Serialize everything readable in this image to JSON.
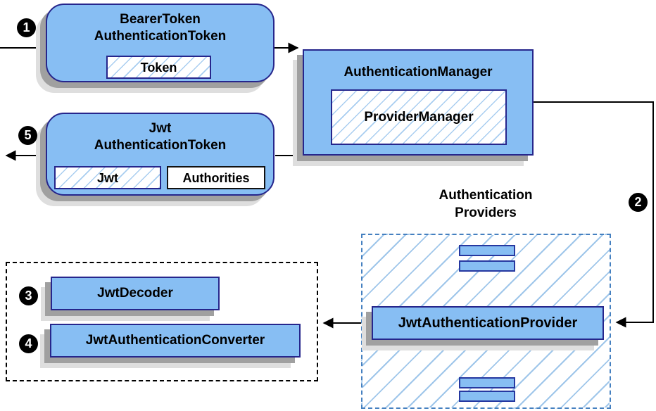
{
  "steps": {
    "s1": "1",
    "s2": "2",
    "s3": "3",
    "s4": "4",
    "s5": "5"
  },
  "bearer": {
    "title1": "BearerToken",
    "title2": "AuthenticationToken",
    "token_label": "Token"
  },
  "manager": {
    "title": "AuthenticationManager",
    "inner_label": "ProviderManager"
  },
  "jwt": {
    "title1": "Jwt",
    "title2": "AuthenticationToken",
    "jwt_label": "Jwt",
    "authorities_label": "Authorities"
  },
  "providers": {
    "label1": "Authentication",
    "label2": "Providers",
    "provider_label": "JwtAuthenticationProvider"
  },
  "decoder": {
    "label": "JwtDecoder"
  },
  "converter": {
    "label": "JwtAuthenticationConverter"
  },
  "colors": {
    "node_fill": "#87BEF3",
    "node_border": "#26268C",
    "hatch_line": "#A8CDF0",
    "providers_dash_border": "#4580C0",
    "converters_dash_border": "#000000",
    "shadow_dark": "#A0A0A0",
    "shadow_light": "#DEDEDE",
    "arrow": "#000000",
    "badge_bg": "#000000",
    "badge_fg": "#FFFFFF"
  }
}
